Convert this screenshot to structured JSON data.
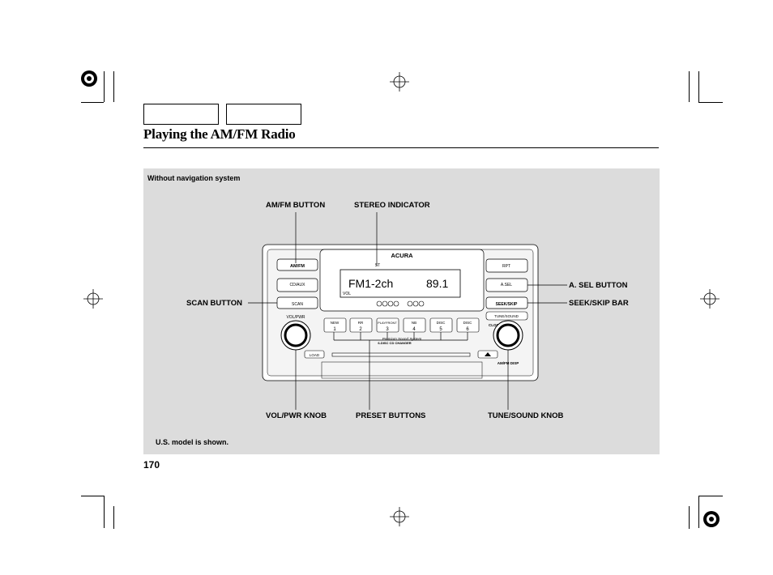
{
  "header": {
    "tabs": [
      "",
      ""
    ],
    "title": "Playing the AM/FM Radio"
  },
  "figure": {
    "caption_top": "Without navigation system",
    "caption_bottom": "U.S. model is shown.",
    "callouts": {
      "amfm_button": "AM/FM BUTTON",
      "stereo_indicator": "STEREO INDICATOR",
      "scan_button": "SCAN BUTTON",
      "asel_button": "A. SEL BUTTON",
      "seek_skip_bar": "SEEK/SKIP BAR",
      "vol_pwr_knob": "VOL/PWR KNOB",
      "preset_buttons": "PRESET BUTTONS",
      "tune_sound_knob": "TUNE/SOUND KNOB"
    },
    "radio": {
      "brand": "ACURA",
      "display_band": "FM1-2ch",
      "display_freq": "89.1",
      "display_st": "ST",
      "display_vol": "VOL",
      "left_buttons": [
        "AM/FM",
        "CD/AUX",
        "SCAN",
        "VOL/PWR"
      ],
      "right_buttons": [
        "RPT",
        "A.SEL",
        "SEEK/SKIP",
        "TUNE/SOUND"
      ],
      "preset_top": [
        "NEW",
        "RR",
        "PLAYFRONT",
        "NB",
        "DISC",
        "DISC"
      ],
      "preset_numbers": [
        "1",
        "2",
        "3",
        "4",
        "5",
        "6"
      ],
      "load_label": "LOAD",
      "changer_label": "6-DISC CD CHANGER",
      "system_label": "Premium Sound System",
      "clock_label": "CLOCK",
      "knob_right_label": "AM/FM DISP"
    }
  },
  "page": {
    "number": "170"
  }
}
